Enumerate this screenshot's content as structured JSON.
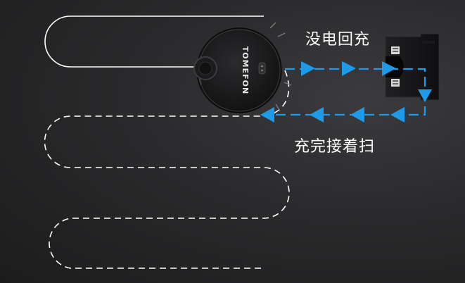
{
  "labels": {
    "return_to_charge": "没电回充",
    "resume_cleaning": "充完接着扫"
  },
  "robot": {
    "brand": "TOMEFON"
  },
  "colors": {
    "background": "#2a2a2c",
    "path": "#ffffff",
    "arrow": "#1e9be8",
    "robot_body": "#1a1a1c",
    "dock_body": "#111113"
  },
  "icons": {
    "robot": "robot-vacuum-icon",
    "dock": "charging-dock-icon",
    "arrows": "arrow-icon"
  }
}
